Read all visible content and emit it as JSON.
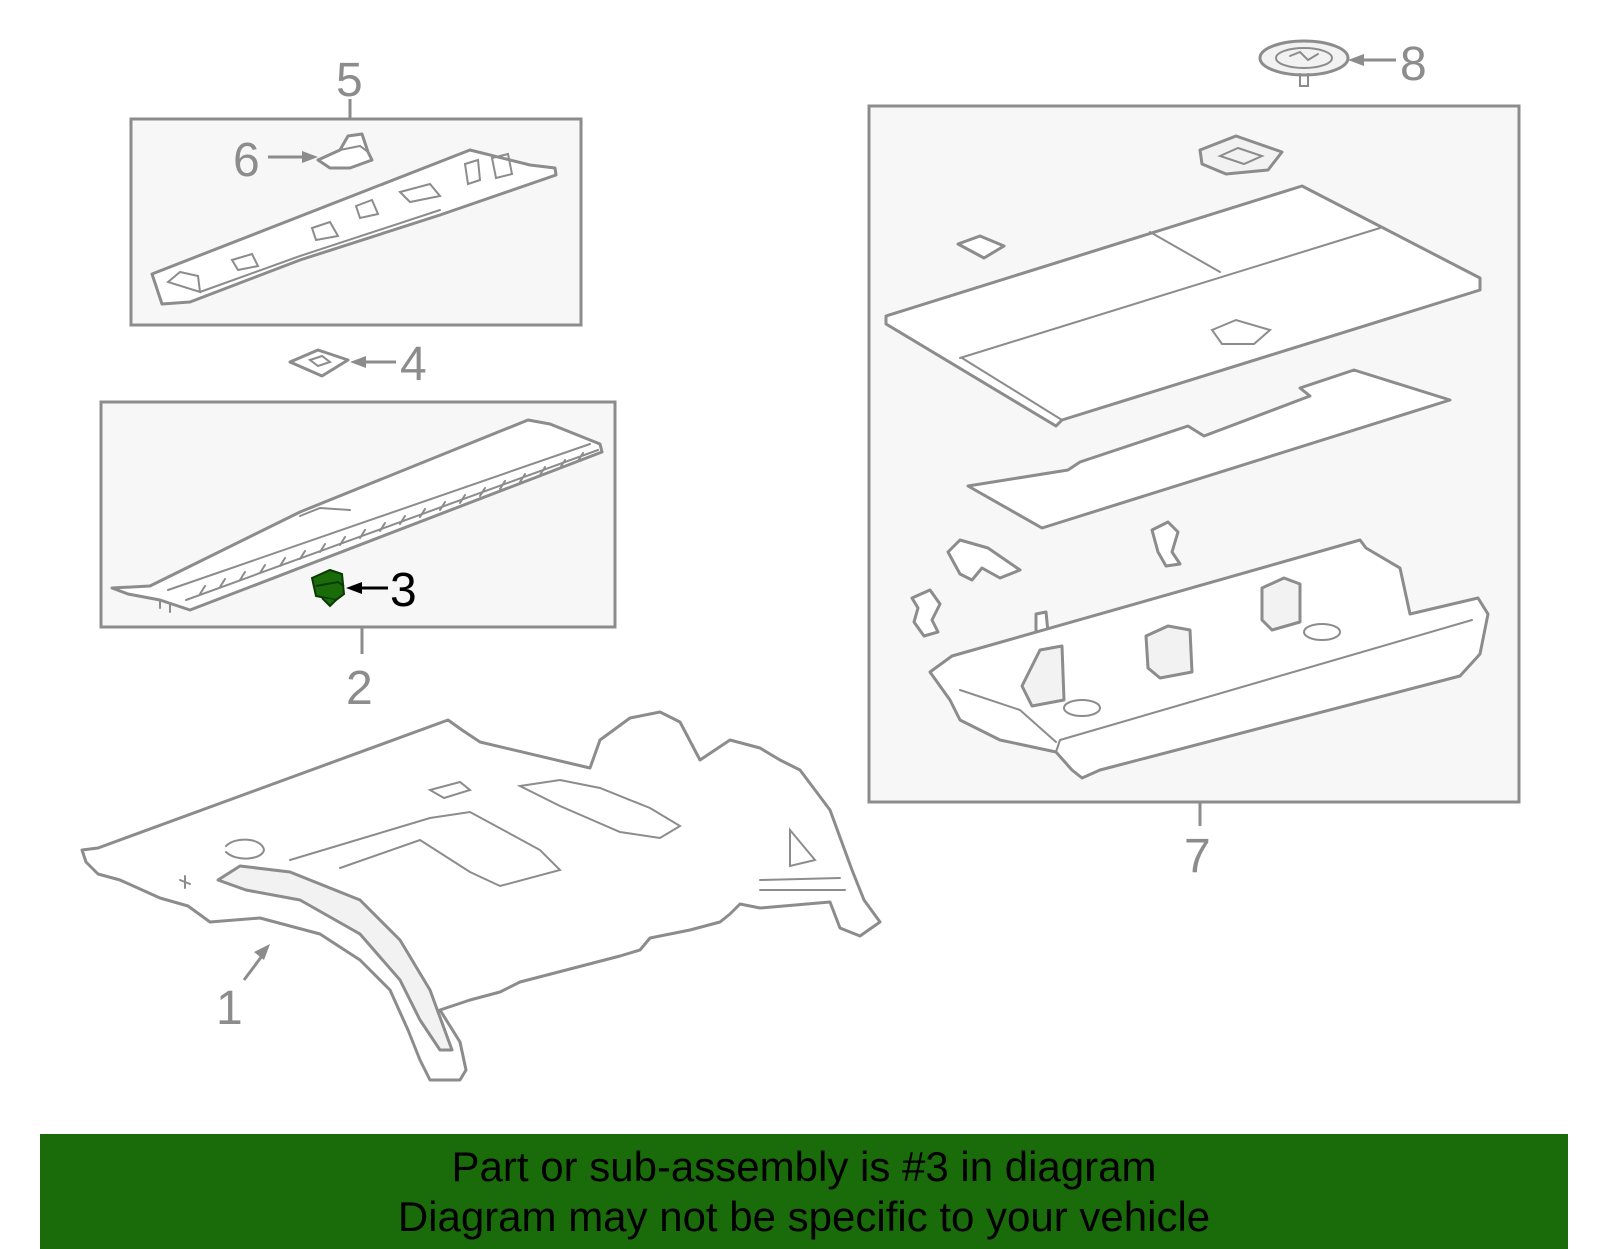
{
  "callouts": {
    "c1": "1",
    "c2": "2",
    "c3": "3",
    "c4": "4",
    "c5": "5",
    "c6": "6",
    "c7": "7",
    "c8": "8"
  },
  "highlight": {
    "part_number": "3",
    "color": "#1a6b0a"
  },
  "banner": {
    "line1": "Part or sub-assembly is #3 in diagram",
    "line2": "Diagram may not be specific to your vehicle",
    "background": "#1a6b0a"
  }
}
